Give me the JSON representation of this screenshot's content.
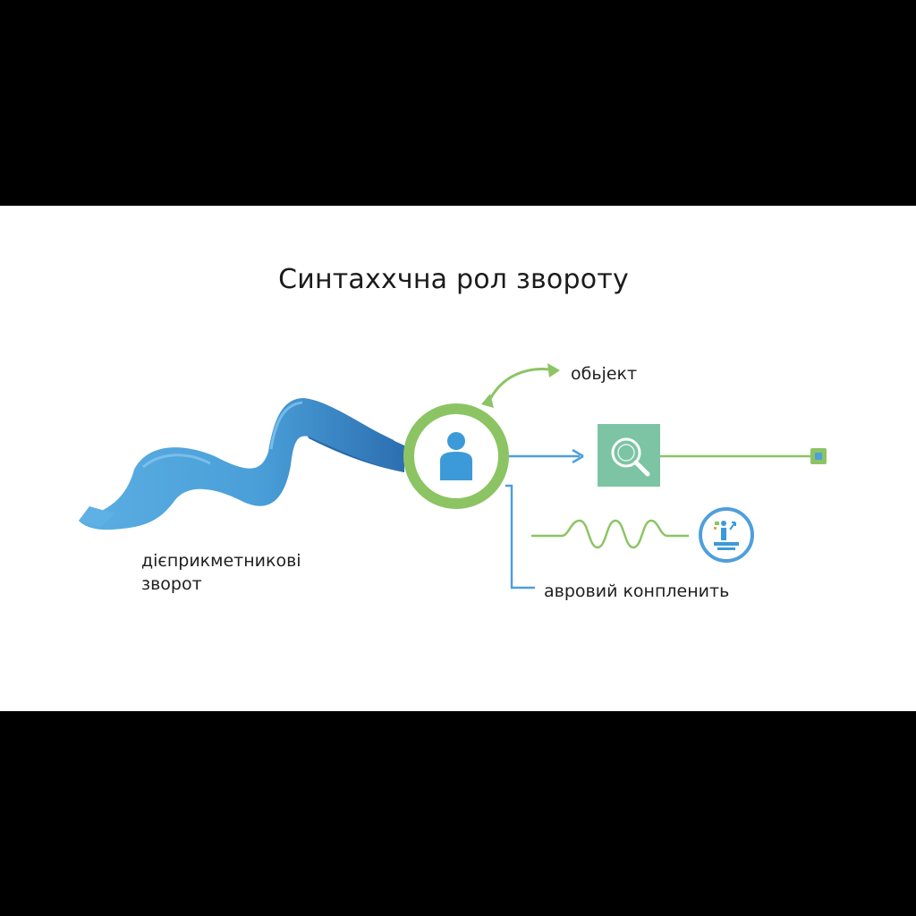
{
  "title": "Синтаххчна рол звороту",
  "labels": {
    "ribbon_line1": "дієприкметникові",
    "ribbon_line2": "зворот",
    "object": "обьјект",
    "complement": "авровий конпленить"
  },
  "icons": {
    "center": "person-icon",
    "object_box": "magnifier-icon",
    "complement_circle": "adverbial-icon",
    "end_node": "square-node-icon"
  },
  "colors": {
    "ribbon_light": "#4fa3dc",
    "ribbon_dark": "#2f78b8",
    "green": "#8cc464",
    "blue_line": "#4f9fdc",
    "box_teal": "#7cc4a4",
    "person_blue": "#3d9ad8"
  }
}
